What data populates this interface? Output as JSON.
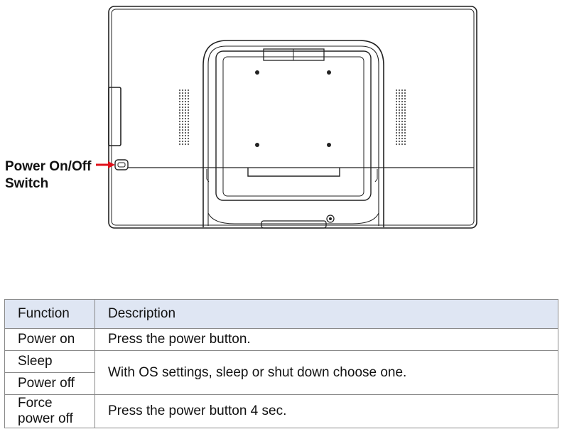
{
  "callout": {
    "line1": "Power On/Off",
    "line2": "Switch",
    "arrow_color": "#e0101a"
  },
  "table": {
    "header_bg": "#dfe6f3",
    "headers": {
      "function": "Function",
      "description": "Description"
    },
    "rows": {
      "power_on": {
        "function": "Power on",
        "description": "Press the power button."
      },
      "sleep": {
        "function": "Sleep"
      },
      "power_off": {
        "function": "Power off"
      },
      "sleep_power_off_description": "With OS settings, sleep or shut down choose one.",
      "force_off": {
        "function_line1": "Force",
        "function_line2": "power off",
        "description": "Press the power button 4 sec."
      }
    }
  }
}
